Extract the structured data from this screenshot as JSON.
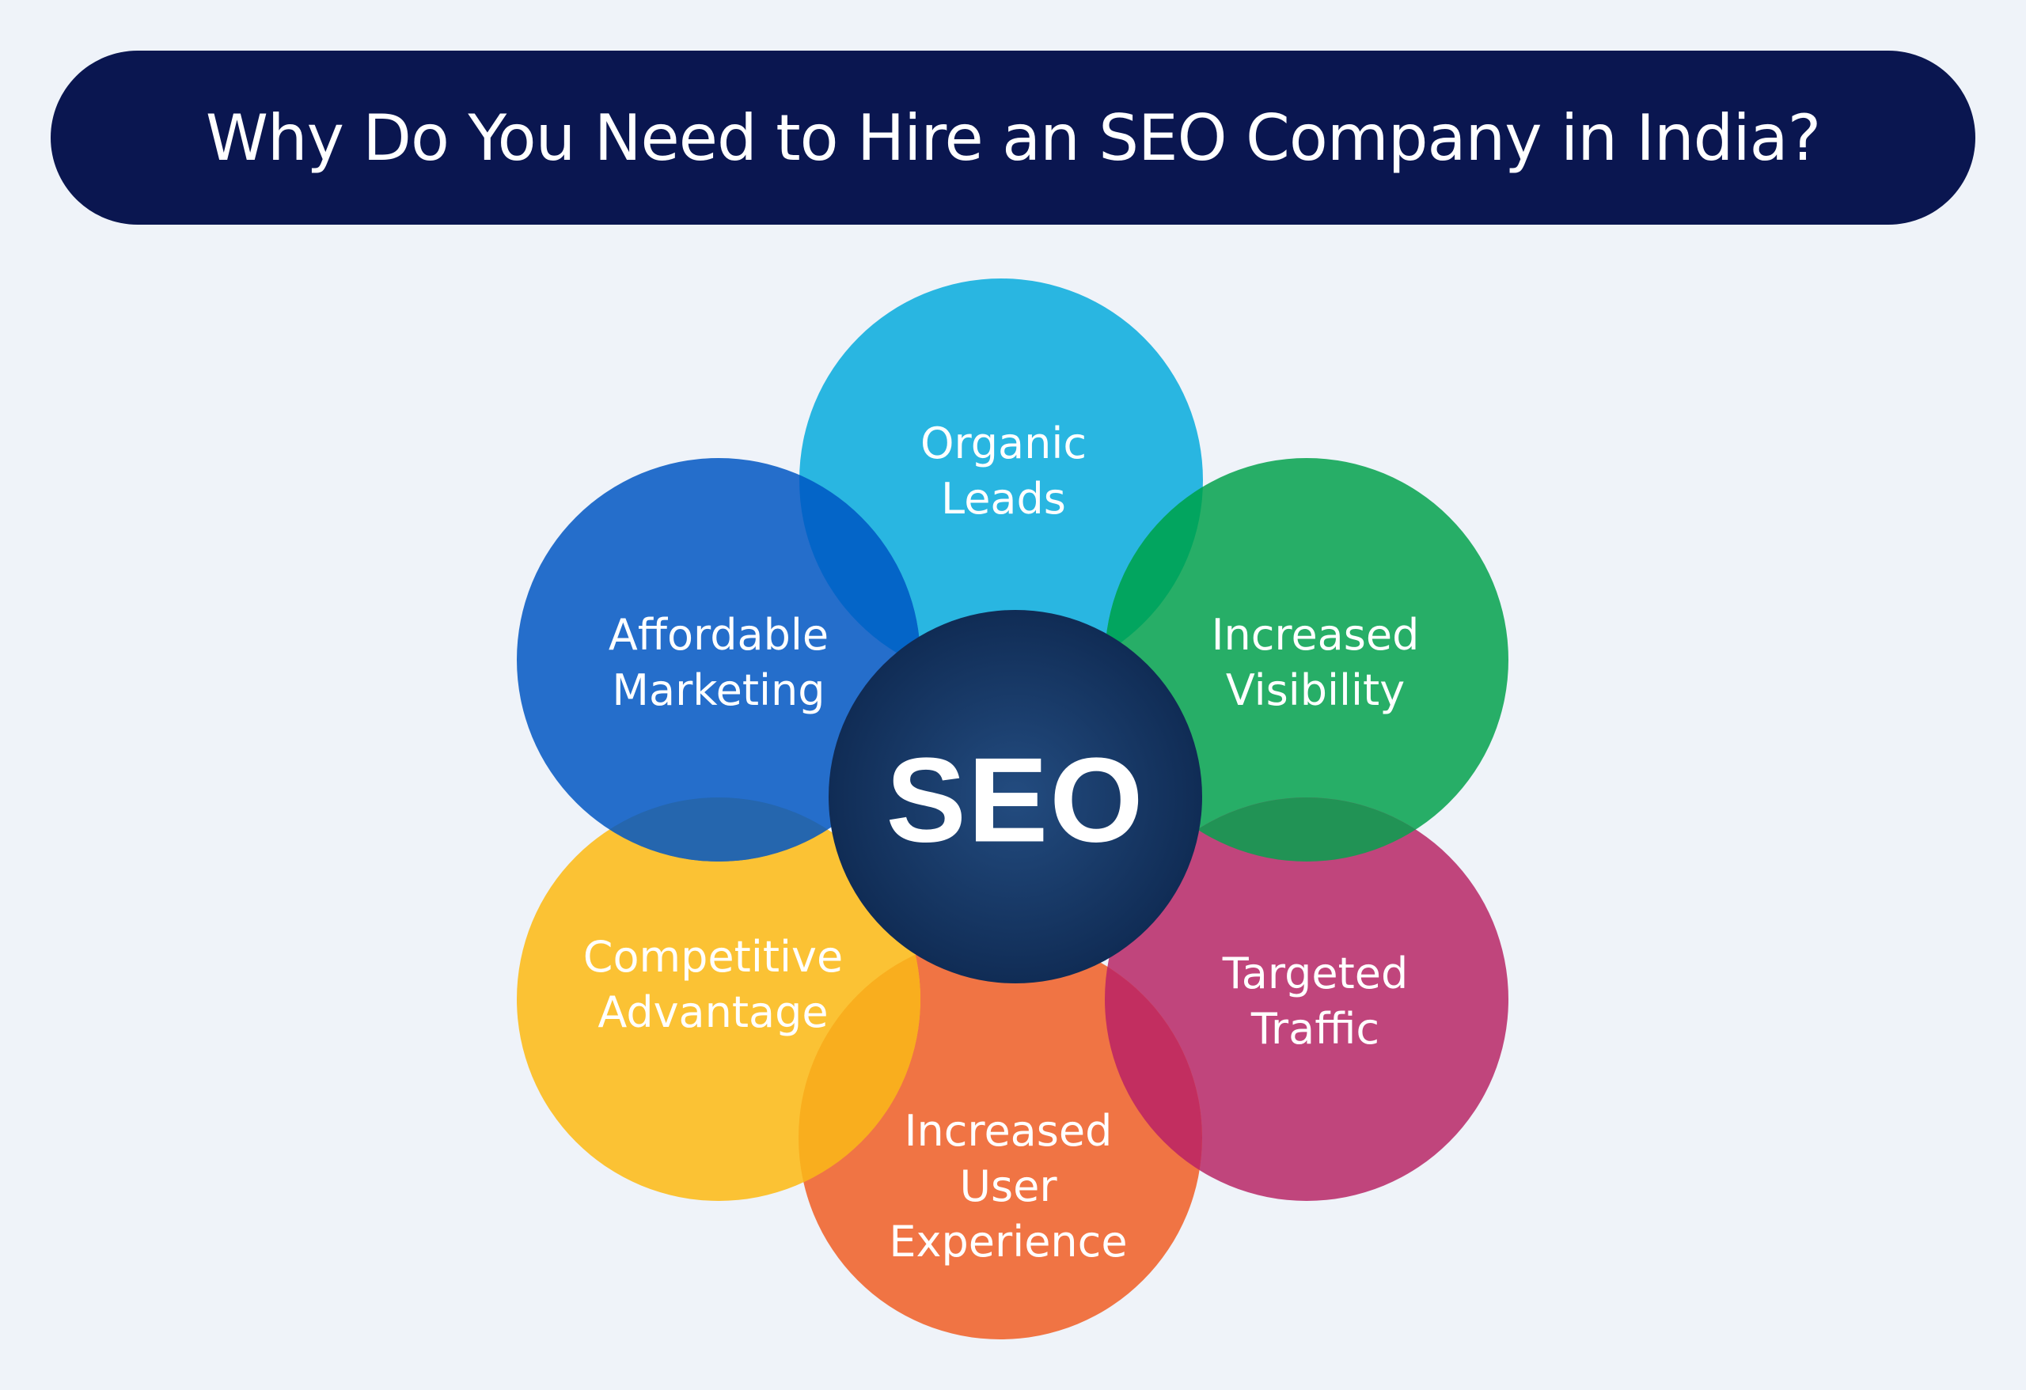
{
  "header": {
    "title": "Why Do You Need to Hire an SEO Company in India?",
    "background_color": "#0a1650"
  },
  "center": {
    "label": "SEO",
    "color_inner": "#234c80",
    "color_outer": "#102c55"
  },
  "petals": [
    {
      "id": "organic-leads",
      "lines": [
        "Organic",
        "Leads"
      ],
      "color": "#29b6e1"
    },
    {
      "id": "increased-visibility",
      "lines": [
        "Increased",
        "Visibility"
      ],
      "color": "#27ae67"
    },
    {
      "id": "targeted-traffic",
      "lines": [
        "Targeted",
        "Traffic"
      ],
      "color": "#c0457c"
    },
    {
      "id": "increased-user-experience",
      "lines": [
        "Increased",
        "User",
        "Experience"
      ],
      "color": "#f07444"
    },
    {
      "id": "competitive-advantage",
      "lines": [
        "Competitive",
        "Advantage"
      ],
      "color": "#fbc234"
    },
    {
      "id": "affordable-marketing",
      "lines": [
        "Affordable",
        "Marketing"
      ],
      "color": "#256ecb"
    }
  ],
  "overlap_colors": {
    "organic_affordable": "#0465c8",
    "organic_visibility": "#02a55f",
    "visibility_traffic": "#219355",
    "traffic_experience": "#c22e60",
    "experience_competitive": "#f9ae1e",
    "competitive_affordable": "#2566ae"
  }
}
